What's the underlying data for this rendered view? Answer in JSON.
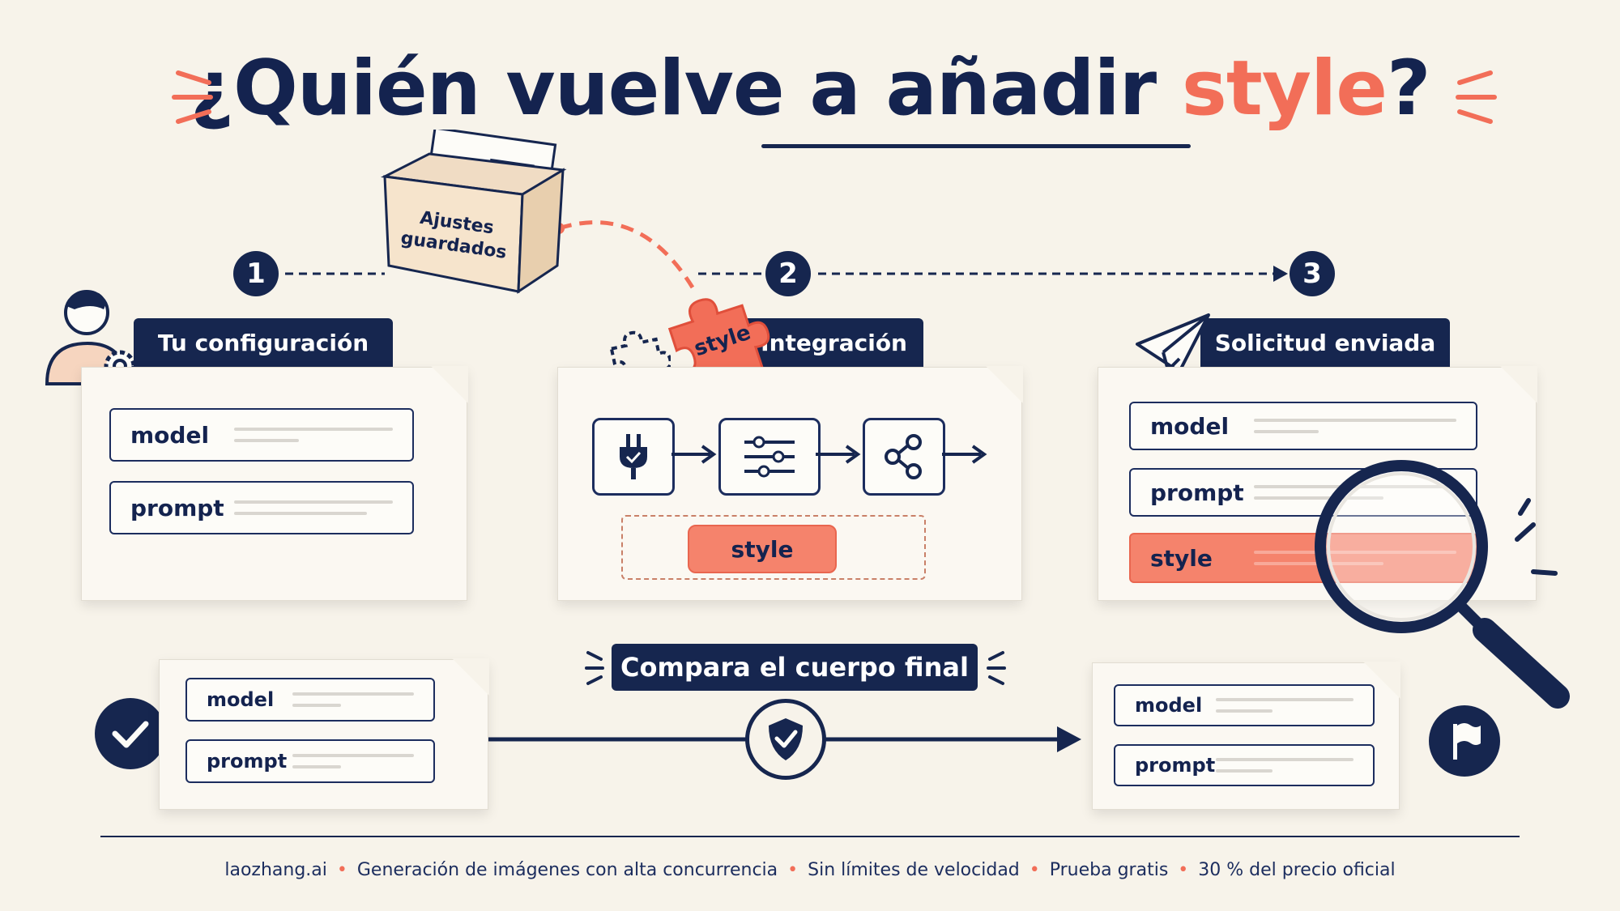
{
  "title": {
    "main": "¿Quién vuelve a añadir ",
    "accent": "style",
    "end": "?"
  },
  "box": {
    "line1": "Ajustes",
    "line2": "guardados"
  },
  "steps": [
    {
      "number": "1",
      "label": "Tu configuración"
    },
    {
      "number": "2",
      "label": "Integración"
    },
    {
      "number": "3",
      "label": "Solicitud enviada"
    }
  ],
  "config_fields": [
    "model",
    "prompt"
  ],
  "integration": {
    "puzzle_label": "style",
    "slot_label": "style"
  },
  "request_fields": [
    "model",
    "prompt",
    "style"
  ],
  "compare": {
    "label": "Compara el cuerpo final"
  },
  "bottom_left_fields": [
    "model",
    "prompt"
  ],
  "bottom_right_fields": [
    "model",
    "prompt"
  ],
  "footer": {
    "items": [
      "laozhang.ai",
      "Generación de imágenes con alta concurrencia",
      "Sin límites de velocidad",
      "Prueba gratis",
      "30 % del precio oficial"
    ]
  },
  "colors": {
    "navy": "#16264f",
    "accent": "#f26e58",
    "background": "#f7f3ea"
  },
  "icons": [
    "gear-icon",
    "person-icon",
    "puzzle-icon",
    "plug-icon",
    "sliders-icon",
    "share-icon",
    "paper-plane-icon",
    "magnifier-icon",
    "check-icon",
    "shield-check-icon",
    "flag-icon"
  ]
}
